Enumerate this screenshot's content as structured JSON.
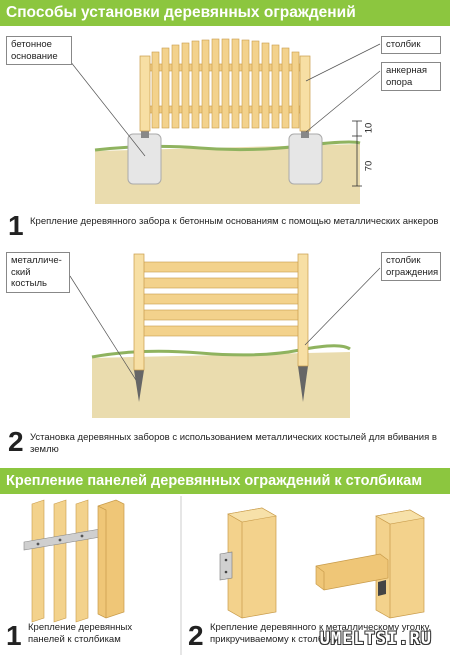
{
  "section1": {
    "title": "Способы установки деревянных ограждений",
    "diagram1": {
      "label_base": "бетонное основание",
      "label_post": "столбик",
      "label_anchor": "анкерная опора",
      "dim_upper": "10",
      "dim_lower": "70",
      "number": "1",
      "caption": "Крепление деревянного забора к бетонным основаниям с помощью металлических анкеров"
    },
    "diagram2": {
      "label_spike": "металличе-ский костыль",
      "label_post": "столбик ограждения",
      "number": "2",
      "caption": "Установка деревянных заборов с использованием металлических костылей для вбивания в землю"
    }
  },
  "section2": {
    "title": "Крепление панелей деревянных ограждений к столбикам",
    "item1": {
      "number": "1",
      "caption": "Крепление деревянных панелей к столбикам"
    },
    "item2": {
      "number": "2",
      "caption": "Крепление деревянного к металлическому уголку, прикручиваемому к столбику"
    }
  },
  "watermark": "UMELTSI.RU",
  "colors": {
    "banner": "#8cc63f",
    "wood": "#f3d28c",
    "wood_edge": "#c89b4a",
    "ground": "#e8d9a8",
    "grass": "#9ab86a",
    "concrete": "#e2e2e2"
  }
}
